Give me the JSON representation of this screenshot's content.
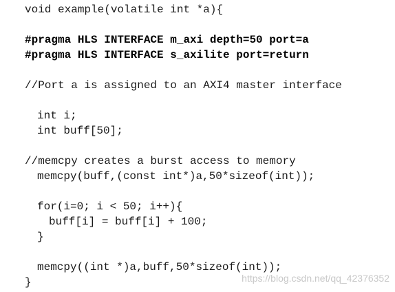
{
  "code_lines": [
    {
      "text": "void example(volatile int *a){",
      "bold": false
    },
    {
      "text": "#pragma HLS INTERFACE m_axi depth=50 port=a",
      "bold": true
    },
    {
      "text": "#pragma HLS INTERFACE s_axilite port=return",
      "bold": true
    },
    {
      "text": "//Port a is assigned to an AXI4 master interface",
      "bold": false
    },
    {
      "text": "int i;",
      "bold": false
    },
    {
      "text": "int buff[50];",
      "bold": false
    },
    {
      "text": "//memcpy creates a burst access to memory",
      "bold": false
    },
    {
      "text": "memcpy(buff,(const int*)a,50*sizeof(int));",
      "bold": false
    },
    {
      "text": "for(i=0; i < 50; i++){",
      "bold": false
    },
    {
      "text": "buff[i] = buff[i] + 100;",
      "bold": false
    },
    {
      "text": "}",
      "bold": false
    },
    {
      "text": "memcpy((int *)a,buff,50*sizeof(int));",
      "bold": false
    },
    {
      "text": "}",
      "bold": false
    }
  ],
  "watermark": "https://blog.csdn.net/qq_42376352"
}
